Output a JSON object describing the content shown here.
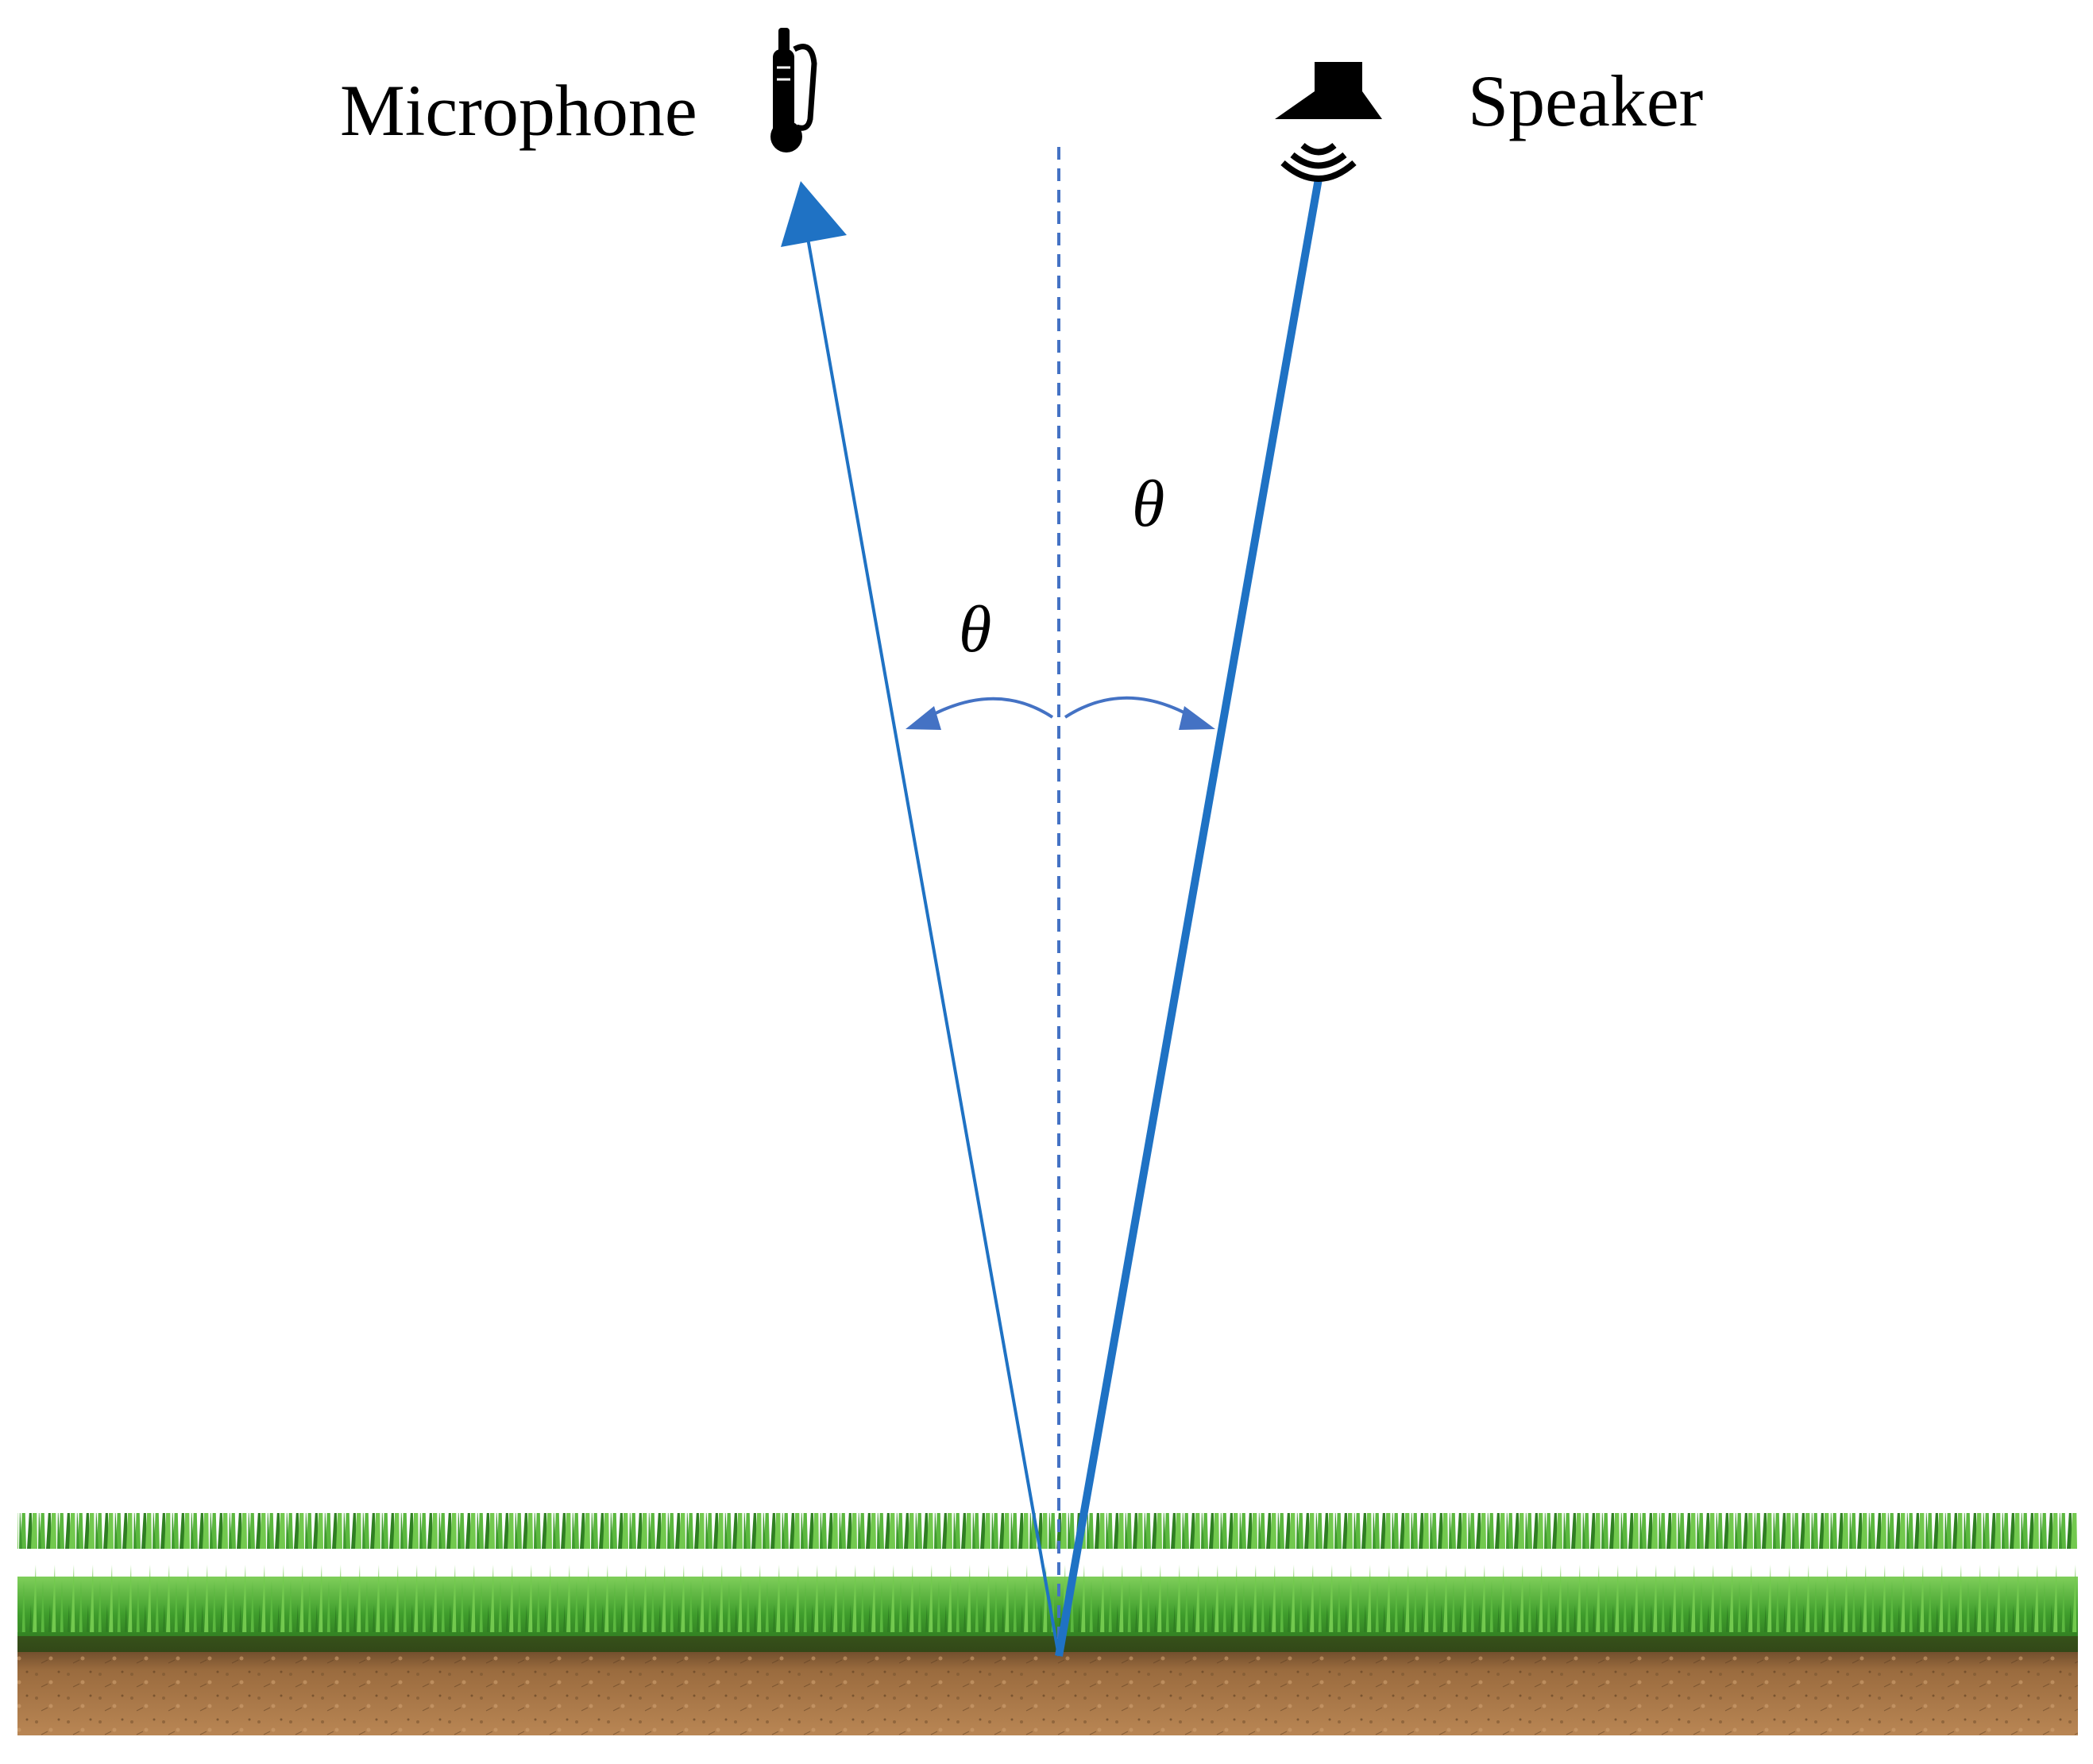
{
  "labels": {
    "microphone": "Microphone",
    "speaker": "Speaker",
    "theta_left": "θ",
    "theta_right": "θ"
  },
  "icons": {
    "microphone": "microphone-icon",
    "speaker": "speaker-icon"
  },
  "colors": {
    "ray": "#1f72c4",
    "angle_arc": "#4472c4",
    "normal_line": "#4472c4",
    "grass": "#3c9a2a",
    "soil": "#a9784a",
    "text": "#000000"
  }
}
